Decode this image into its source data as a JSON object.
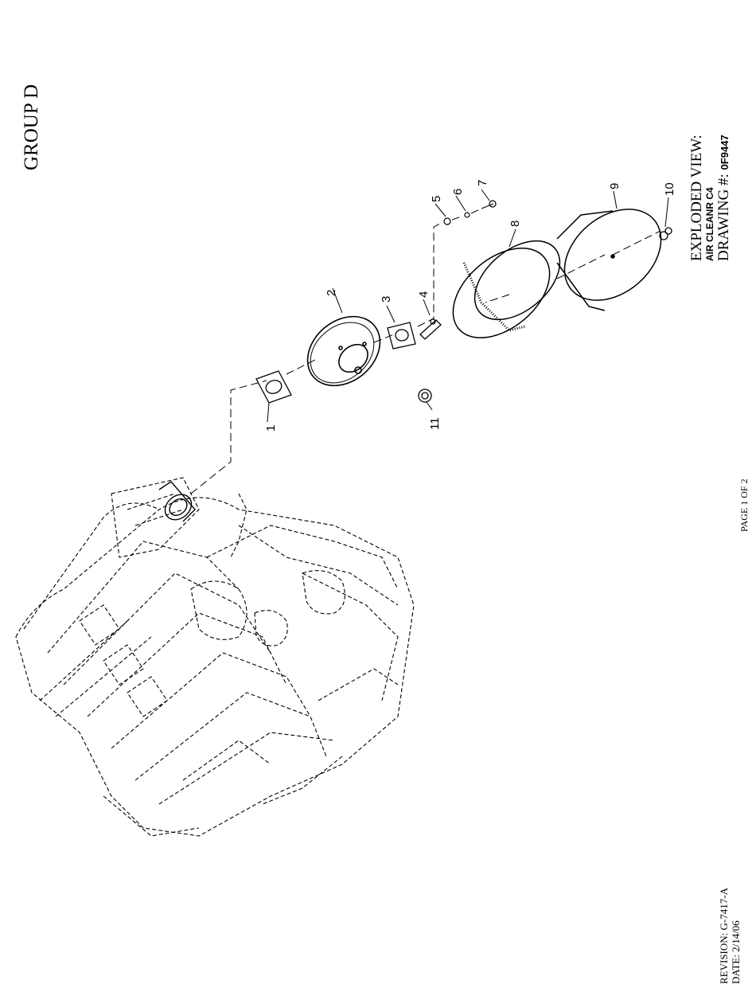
{
  "header": {
    "group": "GROUP D"
  },
  "title_block": {
    "line1": "EXPLODED VIEW:",
    "line2": "AIR CLEANR C4",
    "drawing_label": "DRAWING #:",
    "drawing_number": "0F9447"
  },
  "footer": {
    "page": "PAGE 1 OF 2",
    "revision": "REVISION: G-7417-A",
    "date": "DATE: 2/14/06"
  },
  "callouts": [
    "1",
    "2",
    "3",
    "4",
    "5",
    "6",
    "7",
    "8",
    "9",
    "10",
    "11"
  ]
}
